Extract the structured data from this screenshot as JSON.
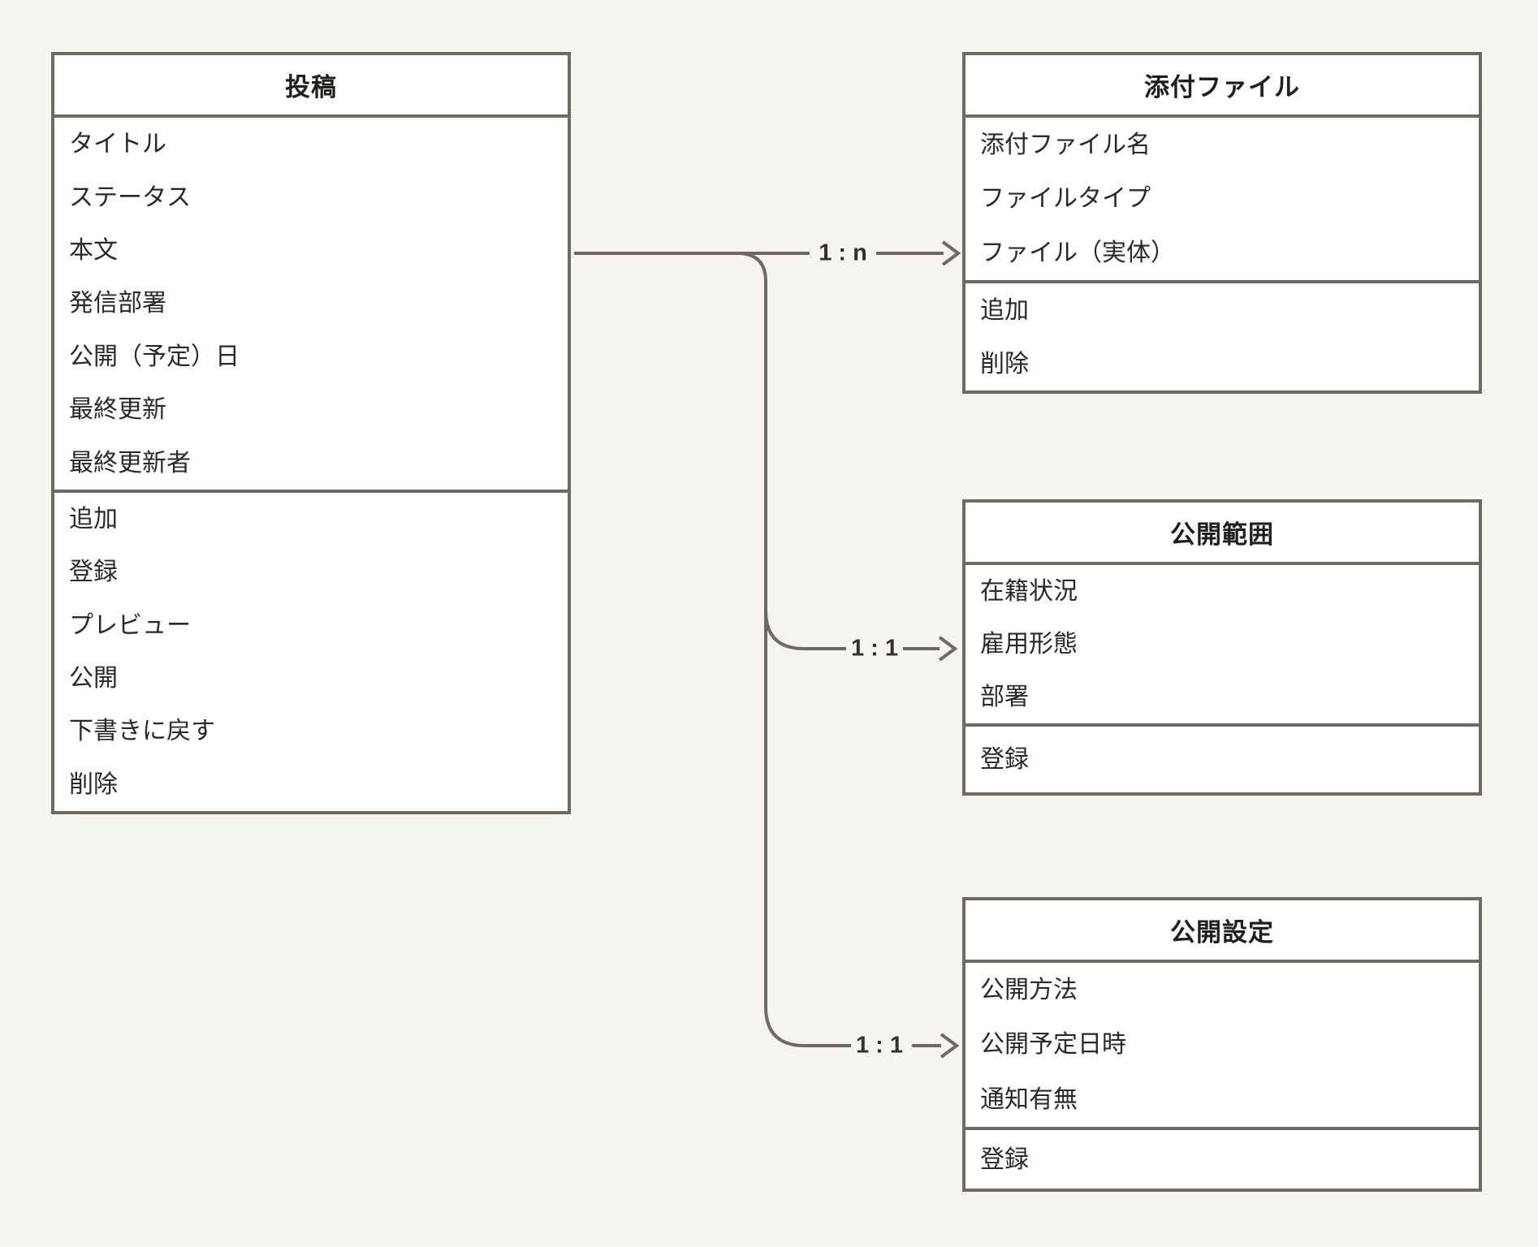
{
  "colors": {
    "background": "#f6f4f0",
    "box_fill": "#ffffff",
    "line": "#6e6a61",
    "text": "#2b2925",
    "label_text": "#34312b"
  },
  "entities": {
    "post": {
      "title": "投稿",
      "fields": [
        "タイトル",
        "ステータス",
        "本文",
        "発信部署",
        "公開（予定）日",
        "最終更新",
        "最終更新者"
      ],
      "actions": [
        "追加",
        "登録",
        "プレビュー",
        "公開",
        "下書きに戻す",
        "削除"
      ]
    },
    "attachment": {
      "title": "添付ファイル",
      "fields": [
        "添付ファイル名",
        "ファイルタイプ",
        "ファイル（実体）"
      ],
      "actions": [
        "追加",
        "削除"
      ]
    },
    "scope": {
      "title": "公開範囲",
      "fields": [
        "在籍状況",
        "雇用形態",
        "部署"
      ],
      "actions": [
        "登録"
      ]
    },
    "settings": {
      "title": "公開設定",
      "fields": [
        "公開方法",
        "公開予定日時",
        "通知有無"
      ],
      "actions": [
        "登録"
      ]
    }
  },
  "relations": {
    "post_attachment": "1 : n",
    "post_scope": "1 : 1",
    "post_settings": "1 : 1"
  }
}
